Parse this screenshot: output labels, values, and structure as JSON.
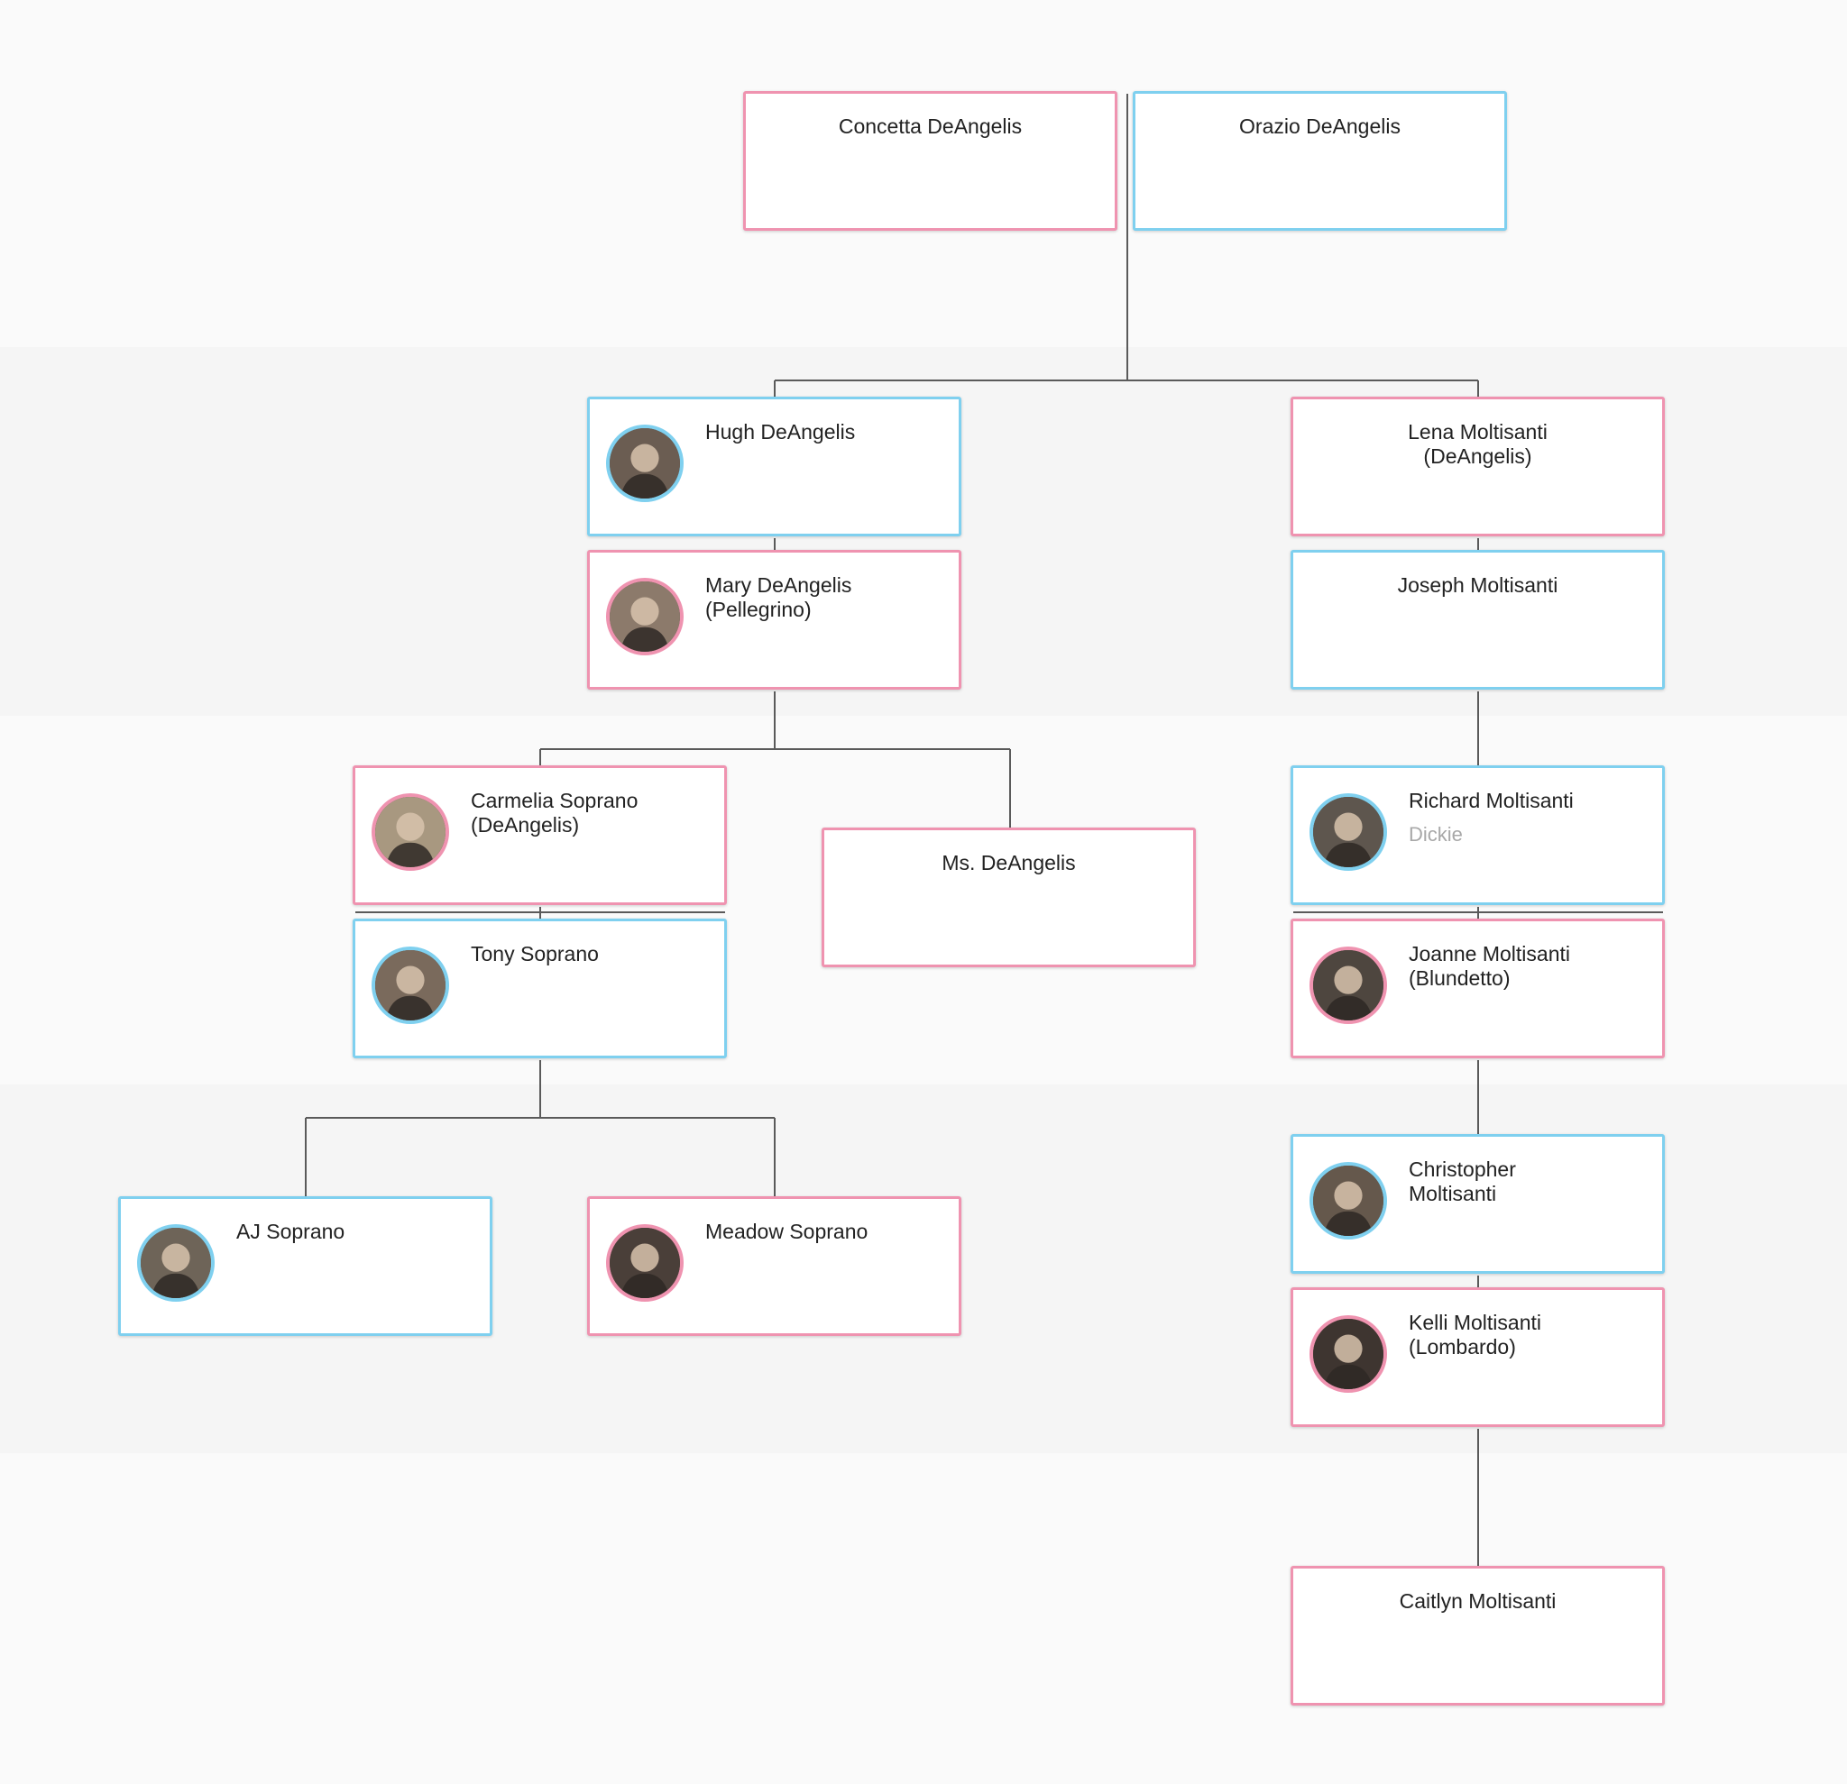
{
  "people": {
    "concetta": {
      "name": "Concetta DeAngelis",
      "gender": "female"
    },
    "orazio": {
      "name": "Orazio DeAngelis",
      "gender": "male"
    },
    "hugh": {
      "name": "Hugh DeAngelis",
      "gender": "male",
      "photo": true,
      "photo_tone": "#6b5d52"
    },
    "mary": {
      "name": "Mary DeAngelis\n(Pellegrino)",
      "gender": "female",
      "photo": true,
      "photo_tone": "#8c7a6b"
    },
    "lena": {
      "name": "Lena Moltisanti\n(DeAngelis)",
      "gender": "female"
    },
    "joseph": {
      "name": "Joseph Moltisanti",
      "gender": "male"
    },
    "carmelia": {
      "name": "Carmelia Soprano\n(DeAngelis)",
      "gender": "female",
      "photo": true,
      "photo_tone": "#a89880"
    },
    "tony": {
      "name": "Tony Soprano",
      "gender": "male",
      "photo": true,
      "photo_tone": "#7a6a5c"
    },
    "ms": {
      "name": "Ms. DeAngelis",
      "gender": "female"
    },
    "richard": {
      "name": "Richard Moltisanti",
      "nickname": "Dickie",
      "gender": "male",
      "photo": true,
      "photo_tone": "#5e564e"
    },
    "joanne": {
      "name": "Joanne Moltisanti\n(Blundetto)",
      "gender": "female",
      "photo": true,
      "photo_tone": "#4e463f"
    },
    "aj": {
      "name": "AJ Soprano",
      "gender": "male",
      "photo": true,
      "photo_tone": "#6e6458"
    },
    "meadow": {
      "name": "Meadow Soprano",
      "gender": "female",
      "photo": true,
      "photo_tone": "#4a3f39"
    },
    "christopher": {
      "name": "Christopher\nMoltisanti",
      "gender": "male",
      "photo": true,
      "photo_tone": "#65584c"
    },
    "kelli": {
      "name": "Kelli Moltisanti\n(Lombardo)",
      "gender": "female",
      "photo": true,
      "photo_tone": "#3e3530"
    },
    "caitlyn": {
      "name": "Caitlyn Moltisanti",
      "gender": "female"
    }
  },
  "colors": {
    "male_border": "#7fd0ef",
    "female_border": "#ef93b0",
    "connector": "#5a5a5a",
    "band_light": "#fafafa",
    "band_dark": "#f5f5f5",
    "nickname_text": "#a8a8a8"
  }
}
